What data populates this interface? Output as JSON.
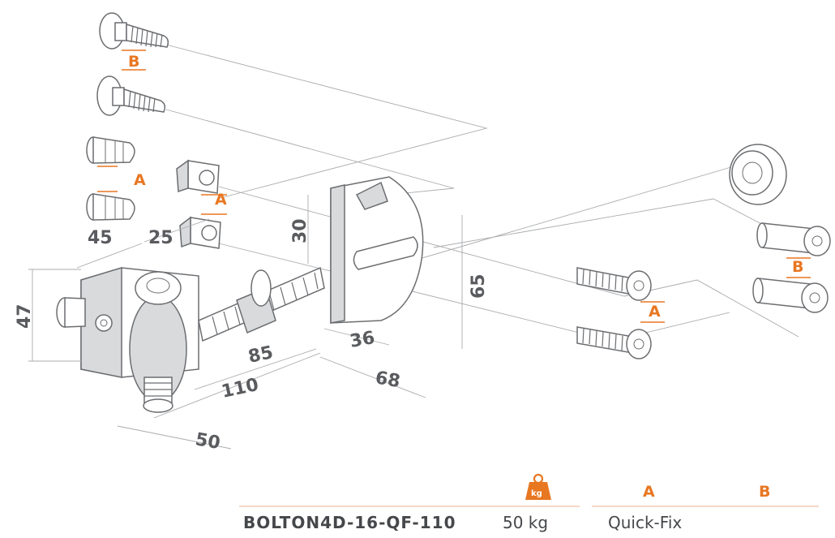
{
  "dimensions": {
    "d45": "45",
    "d25": "25",
    "d30": "30",
    "d47": "47",
    "d65": "65",
    "d85": "85",
    "d36": "36",
    "d110": "110",
    "d68": "68",
    "d50": "50"
  },
  "part_labels": {
    "b_top": "B",
    "a_left": "A",
    "a_mid": "A",
    "a_right": "A",
    "b_right": "B"
  },
  "spec_table": {
    "header_icon": "weight-icon",
    "header_icon_text": "kg",
    "header_a": "A",
    "header_b": "B",
    "model": "BOLTON4D-16-QF-110",
    "weight": "50 kg",
    "fixing_a": "Quick-Fix"
  },
  "colors": {
    "accent": "#e87722",
    "line": "#6b6d70",
    "text": "#45474a"
  }
}
